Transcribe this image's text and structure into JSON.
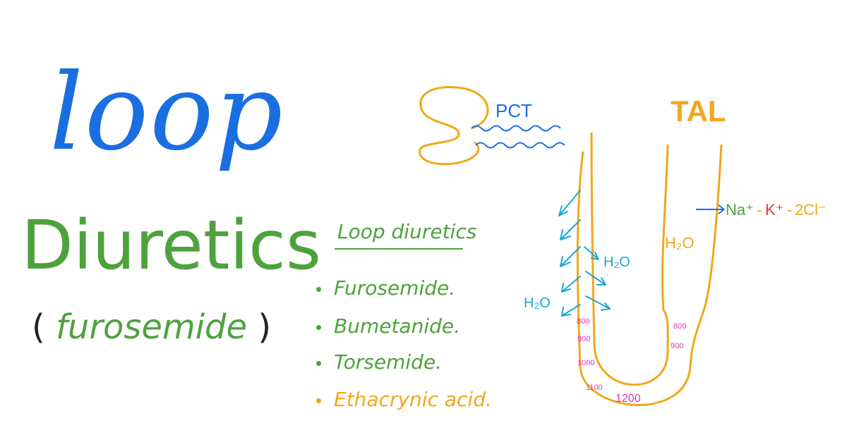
{
  "title": {
    "main": "loop",
    "second": "Diuretics",
    "sub_open": "(",
    "sub_drug": "furosemide",
    "sub_close": ")"
  },
  "list": {
    "heading": "Loop diuretics",
    "items": [
      {
        "label": "Furosemide.",
        "color": "#4ea23d"
      },
      {
        "label": "Bumetanide.",
        "color": "#4ea23d"
      },
      {
        "label": "Torsemide.",
        "color": "#4ea23d"
      },
      {
        "label": "Ethacrynic acid.",
        "color": "#f2a71b"
      }
    ]
  },
  "diagram": {
    "pct_label": "PCT",
    "tal_label": "TAL",
    "h2o": "H₂O",
    "na": "Na⁺",
    "dash": "-",
    "k": "K⁺",
    "cl": "2Cl⁻",
    "osm": {
      "left": [
        "800",
        "900",
        "1000",
        "1100"
      ],
      "right": [
        "800",
        "900"
      ],
      "bottom": "1200"
    }
  },
  "colors": {
    "blue": "#1a6fe0",
    "green": "#4ea23d",
    "orange": "#f2a71b",
    "cyan": "#1aa7d6",
    "magenta": "#e535b5",
    "red": "#e53935"
  }
}
